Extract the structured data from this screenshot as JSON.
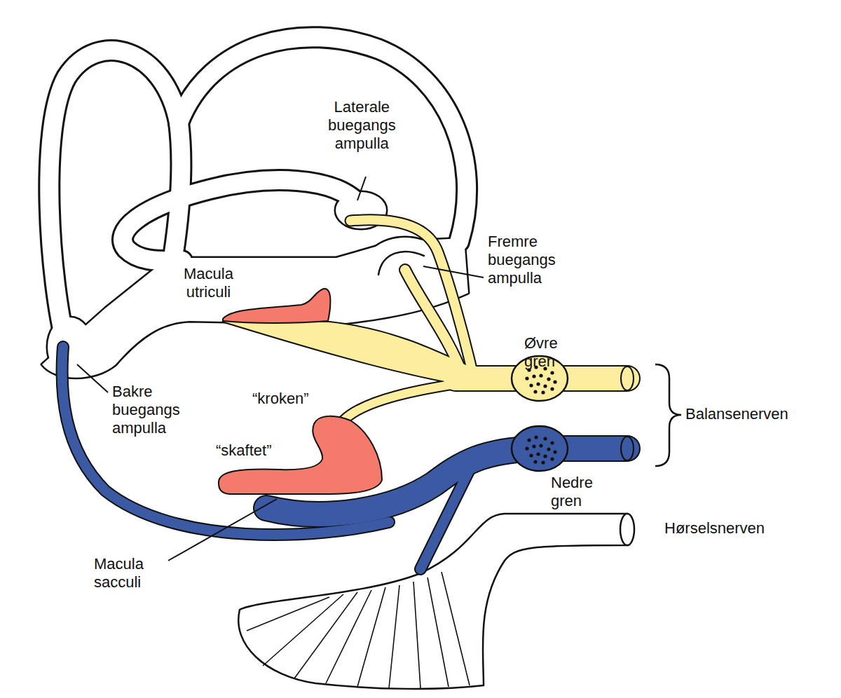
{
  "diagram": {
    "labels": [
      "Laterale buegangs ampulla",
      "Fremre buegangs ampulla",
      "Macula utriculi",
      "Øvre gren",
      "Balansenerven",
      "Bakre buegangs ampulla",
      "“kroken”",
      "“skaftet”",
      "Nedre gren",
      "Hørselsnerven",
      "Macula sacculi"
    ]
  }
}
